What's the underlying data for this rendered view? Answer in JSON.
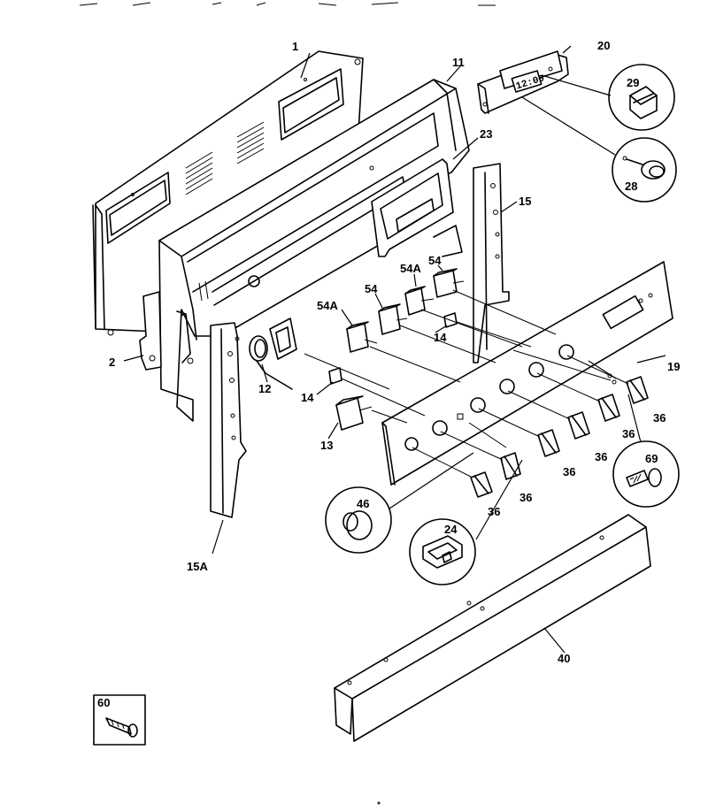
{
  "labels": {
    "p1": "1",
    "p11": "11",
    "p20": "20",
    "p29": "29",
    "p28": "28",
    "p23": "23",
    "p15": "15",
    "p54a_top": "54A",
    "p54_top": "54",
    "p54": "54",
    "p54a": "54A",
    "p14_top": "14",
    "p2": "2",
    "p12": "12",
    "p14": "14",
    "p19": "19",
    "p13": "13",
    "p36_a": "36",
    "p36_b": "36",
    "p36_c": "36",
    "p36_d": "36",
    "p36_e": "36",
    "p36_f": "36",
    "p69": "69",
    "p46": "46",
    "p24": "24",
    "p15a": "15A",
    "p40": "40",
    "p60": "60"
  },
  "clock_display": "12:00"
}
